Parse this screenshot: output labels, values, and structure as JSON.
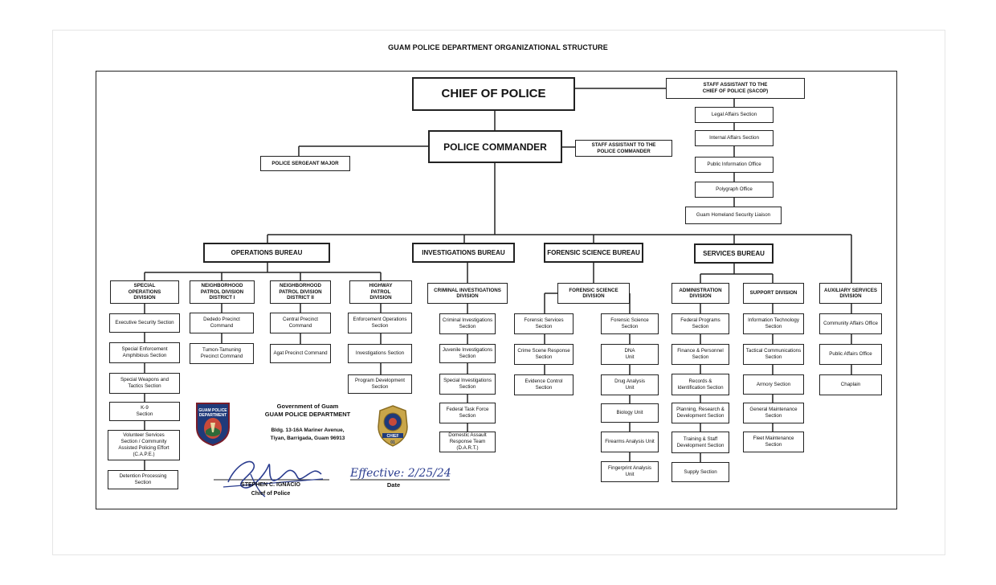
{
  "title": "GUAM POLICE DEPARTMENT ORGANIZATIONAL STRUCTURE",
  "chief": "CHIEF OF POLICE",
  "sacop": "STAFF ASSISTANT TO THE\nCHIEF OF POLICE (SACOP)",
  "sacop_units": [
    "Legal Affairs Section",
    "Internal Affairs Section",
    "Public Information Office",
    "Polygraph Office",
    "Guam Homeland Security Liaison"
  ],
  "commander": "POLICE COMMANDER",
  "staff_commander": "STAFF ASSISTANT TO THE\nPOLICE COMMANDER",
  "sergeant_major": "POLICE SERGEANT MAJOR",
  "bureaus": {
    "operations": "OPERATIONS BUREAU",
    "investigations": "INVESTIGATIONS BUREAU",
    "forensic": "FORENSIC SCIENCE BUREAU",
    "services": "SERVICES BUREAU"
  },
  "divisions": {
    "special_ops": {
      "title": "SPECIAL\nOPERATIONS\nDIVISION",
      "units": [
        "Executive Security Section",
        "Special Enforcement\nAmphibious Section",
        "Special Weapons and\nTactics Section",
        "K-9\nSection",
        "Volunteer Services\nSection / Community\nAssisted Policing Effort\n(C.A.P.E.)",
        "Detention Processing\nSection"
      ]
    },
    "patrol_1": {
      "title": "NEIGHBORHOOD\nPATROL DIVISION\nDISTRICT I",
      "units": [
        "Dededo Precinct\nCommand",
        "Tumon-Tamuning\nPrecinct Command"
      ]
    },
    "patrol_2": {
      "title": "NEIGHBORHOOD\nPATROL DIVISION\nDISTRICT II",
      "units": [
        "Central Precinct\nCommand",
        "Agat Precinct Command"
      ]
    },
    "highway": {
      "title": "HIGHWAY\nPATROL\nDIVISION",
      "units": [
        "Enforcement Operations\nSection",
        "Investigations Section",
        "Program Development\nSection"
      ]
    },
    "criminal": {
      "title": "CRIMINAL INVESTIGATIONS\nDIVISION",
      "units": [
        "Criminal Investigations\nSection",
        "Juvenile Investigations\nSection",
        "Special Investigations\nSection",
        "Federal Task Force\nSection",
        "Domestic Assault\nResponse Team\n(D.A.R.T.)"
      ]
    },
    "forensic_div": {
      "title": "FORENSIC SCIENCE\nDIVISION",
      "services_col": [
        "Forensic Services\nSection",
        "Crime Scene Response\nSection",
        "Evidence Control\nSection"
      ],
      "science_col": [
        "Forensic Science\nSection",
        "DNA\nUnit",
        "Drug Analysis\nUnit",
        "Biology Unit",
        "Firearms Analysis Unit",
        "Fingerprint Analysis\nUnit"
      ]
    },
    "administration": {
      "title": "ADMINISTRATION\nDIVISION",
      "units": [
        "Federal Programs\nSection",
        "Finance & Personnel\nSection",
        "Records &\nIdentification Section",
        "Planning, Research &\nDevelopment Section",
        "Training & Staff\nDevelopment Section",
        "Supply Section"
      ]
    },
    "support": {
      "title": "SUPPORT DIVISION",
      "units": [
        "Information Technology\nSection",
        "Tactical Communications\nSection",
        "Armory Section",
        "General Maintenance\nSection",
        "Fleet Maintenance\nSection"
      ]
    },
    "auxiliary": {
      "title": "AUXILIARY SERVICES\nDIVISION",
      "units": [
        "Community Affairs Office",
        "Public Affairs Office",
        "Chaplain"
      ]
    }
  },
  "footer": {
    "government": "Government of Guam\nGUAM POLICE DEPARTMENT",
    "address": "Bldg. 13-16A Mariner Avenue,\nTiyan, Barrigada, Guam 96913",
    "signatory": "STEPHEN C. IGNACIO\nChief of Police",
    "effective_handwritten": "Effective:  2/25/24",
    "date_label": "Date",
    "patch_text": "GUAM POLICE DEPARTMENT",
    "badge_text": "CHIEF",
    "badge_number": "01"
  },
  "colors": {
    "line": "#222222",
    "ink": "#2b3d8f",
    "patch_blue": "#1f3a7a",
    "badge_gold": "#c9a64a"
  }
}
